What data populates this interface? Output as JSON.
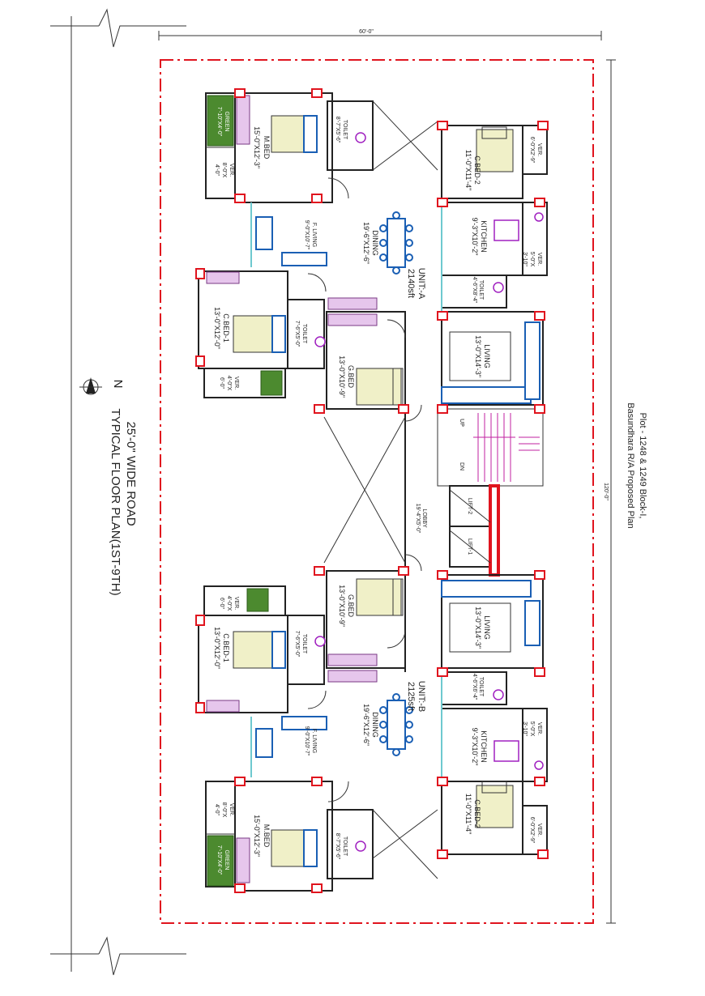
{
  "colors": {
    "boundary": "#e0141e",
    "wall": "#222222",
    "glazing": "#6ec9cf",
    "sofa": "#1a5fb4",
    "wardrobe": "#e6c6ec",
    "green_area": "#4c8a2f",
    "fixture": "#a020c0"
  },
  "title": {
    "plot_line1": "Plot - 1248 & 1249 Block-I,",
    "plot_line2": "Basundhara R/A Proposed Plan",
    "road": "25'-0\" WIDE ROAD",
    "floor_plan": "TYPICAL FLOOR PLAN(1ST-9TH)",
    "north": "N"
  },
  "dimensions": {
    "width": "60'-0\"",
    "length": "120'-0\""
  },
  "units": {
    "a": {
      "name": "UNIT:-A",
      "area": "2140sft"
    },
    "b": {
      "name": "UNIT:-B",
      "area": "2125sft"
    }
  },
  "rooms": {
    "a_mbed": {
      "name": "M.BED",
      "size": "15'-0\"X12'-3\""
    },
    "a_green": {
      "name": "GREEN",
      "size": "7'-10\"X4'-0\""
    },
    "a_ver1": {
      "name": "VER.",
      "size": "8'-0\"X",
      "size2": "4'-0\""
    },
    "a_toilet1": {
      "name": "TOILET",
      "size": "8'-7\"X5'-6\""
    },
    "a_cbed2": {
      "name": "C.BED-2",
      "size": "11'-0\"X11'-4\""
    },
    "a_ver2": {
      "name": "VER.",
      "size": "6'-0\"X2'-9\""
    },
    "a_kitchen": {
      "name": "KITCHEN",
      "size": "9'-3\"X10'-2\""
    },
    "a_ver3": {
      "name": "VER.",
      "size": "5'-0\"X",
      "size2": "3'-10\""
    },
    "a_toilet2": {
      "name": "TOILET",
      "size": "4'-6\"X8'-4\""
    },
    "a_fliving": {
      "name": "F. LIVING",
      "size": "9'-0\"X10'-7\""
    },
    "a_dining": {
      "name": "DINING",
      "size": "19'-6\"X12'-6\""
    },
    "a_cbed1": {
      "name": "C.BED-1",
      "size": "13'-0\"X12'-0\""
    },
    "a_toilet3": {
      "name": "TOILET",
      "size": "7'-6\"X5'-0\""
    },
    "a_ver4": {
      "name": "VER.",
      "size": "4'-0\"X",
      "size2": "6'-0\""
    },
    "a_gbed": {
      "name": "G.BED",
      "size": "13'-0\"X10'-9\""
    },
    "a_living": {
      "name": "LIVING",
      "size": "13'-0\"X14'-3\""
    },
    "lobby": {
      "name": "LOBBY",
      "size": "19'-4\"X5'-0\""
    },
    "lift1": {
      "name": "LIFT-1"
    },
    "lift2": {
      "name": "LIFT-2"
    },
    "stair_up": "UP",
    "stair_dn": "DN",
    "b_gbed": {
      "name": "G.BED",
      "size": "13'-0\"X10'-9\""
    },
    "b_living": {
      "name": "LIVING",
      "size": "13'-0\"X14'-3\""
    },
    "b_cbed1": {
      "name": "C.BED-1",
      "size": "13'-0\"X12'-0\""
    },
    "b_toilet3": {
      "name": "TOILET",
      "size": "7'-6\"X5'-0\""
    },
    "b_ver4": {
      "name": "VER.",
      "size": "4'-0\"X",
      "size2": "6'-0\""
    },
    "b_fliving": {
      "name": "F. LIVING",
      "size": "9'-0\"X10'-7\""
    },
    "b_dining": {
      "name": "DINING",
      "size": "19'-6\"X12'-6\""
    },
    "b_toilet2": {
      "name": "TOILET",
      "size": "4'-6\"X6'-4\""
    },
    "b_kitchen": {
      "name": "KITCHEN",
      "size": "9'-3\"X10'-2\""
    },
    "b_ver3": {
      "name": "VER.",
      "size": "5'-0\"X",
      "size2": "3'-10\""
    },
    "b_cbed2": {
      "name": "C.BED-2",
      "size": "11'-0\"X11'-4\""
    },
    "b_ver2": {
      "name": "VER.",
      "size": "6'-0\"X2'-9\""
    },
    "b_mbed": {
      "name": "M.BED",
      "size": "15'-0\"X12'-3\""
    },
    "b_ver1": {
      "name": "VER.",
      "size": "8'-0\"X",
      "size2": "4'-0\""
    },
    "b_green": {
      "name": "GREEN",
      "size": "7'-10\"X4'-0\""
    },
    "b_toilet1": {
      "name": "TOILET",
      "size": "8'-7\"X5'-6\""
    }
  }
}
